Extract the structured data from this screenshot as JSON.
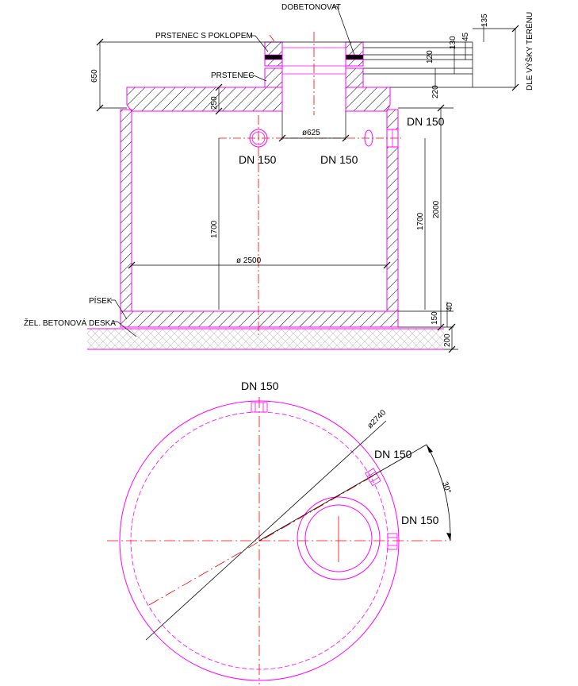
{
  "colors": {
    "outline": "#ff00ff",
    "center": "#ff0000",
    "dim": "#000000",
    "ground": "#cccccc",
    "seal": "#000000"
  },
  "labels": {
    "dobetonovat": "DOBETONOVAT",
    "prstenec_s_poklopem": "PRSTENEC S POKLOPEM",
    "prstenec": "PRSTENEC",
    "pisek": "PÍSEK",
    "zel_betonova_deska": "ŽEL. BETONOVÁ DESKA",
    "dle_vysky_terenu": "DLE VÝŠKY TERÉNU"
  },
  "section": {
    "dn_left": "DN 150",
    "dn_center": "DN 150",
    "dn_right": "DN 150",
    "dims": {
      "d650": "650",
      "d250": "250",
      "d625": "ø625",
      "d1700_left": "1700",
      "d1700_right": "1700",
      "d2500": "ø  2500",
      "d2000": "2000",
      "d40": "40",
      "d150": "150",
      "d200": "200",
      "d135": "135",
      "d130": "130",
      "d45": "45",
      "d120": "120",
      "d220": "220"
    }
  },
  "plan": {
    "dn_top": "DN 150",
    "dn_right_upper": "DN 150",
    "dn_right": "DN 150",
    "d2740": "ø2740",
    "angle": "30°"
  }
}
